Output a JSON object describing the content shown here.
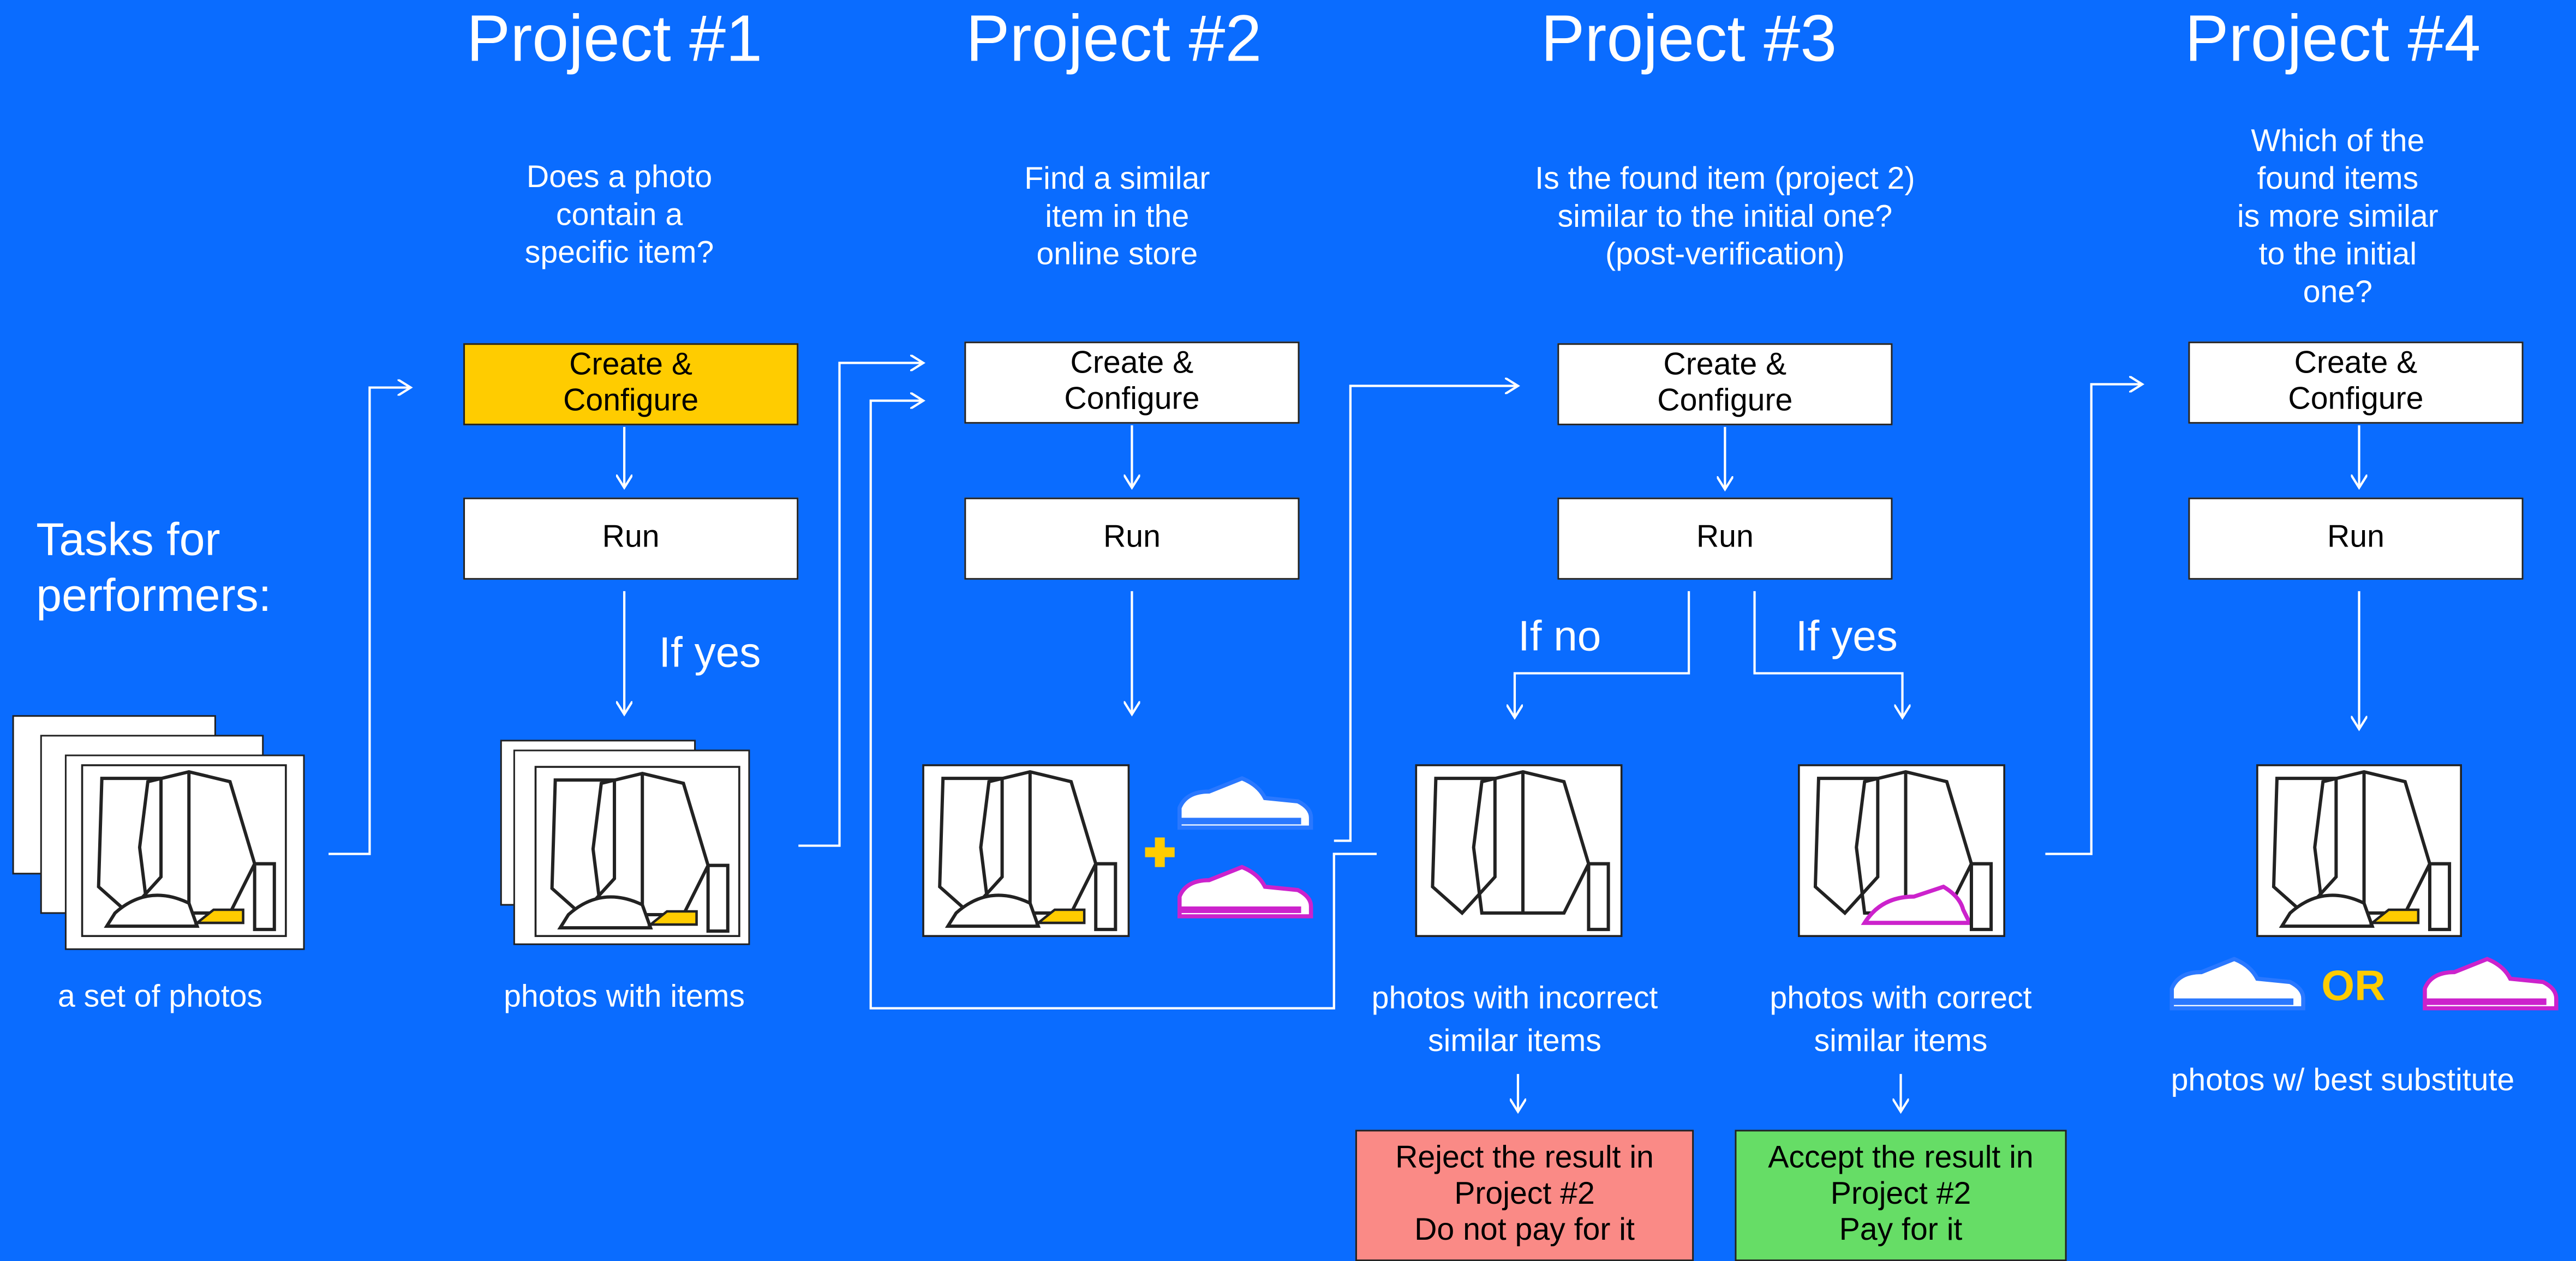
{
  "projects": [
    {
      "title": "Project #1",
      "question": "Does a photo\ncontain a\nspecific item?",
      "create_label": "Create &\nConfigure",
      "run_label": "Run",
      "condition": "If yes",
      "output_caption": "photos with items"
    },
    {
      "title": "Project #2",
      "question": "Find a similar\nitem in the\nonline store",
      "create_label": "Create &\nConfigure",
      "run_label": "Run"
    },
    {
      "title": "Project #3",
      "question": "Is the found item (project 2)\nsimilar to the initial one?\n(post-verification)",
      "create_label": "Create &\nConfigure",
      "run_label": "Run",
      "condition_no": "If no",
      "condition_yes": "If yes",
      "caption_incorrect": "photos with incorrect\nsimilar items",
      "caption_correct": "photos with correct\nsimilar items",
      "reject_text": "Reject the result in\nProject #2\nDo not pay for it",
      "accept_text": "Accept the result in\nProject #2\nPay for it"
    },
    {
      "title": "Project #4",
      "question": "Which of the\nfound items\nis more similar\nto the initial\none?",
      "create_label": "Create &\nConfigure",
      "run_label": "Run",
      "or_text": "OR",
      "output_caption": "photos w/ best substitute"
    }
  ],
  "intro": {
    "heading": "Tasks for\nperformers:",
    "caption": "a set of photos"
  },
  "colors": {
    "background": "#0a6cff",
    "highlight": "#ffcc00",
    "reject": "#fa8a86",
    "accept": "#66dd66",
    "shoe_blue": "#2a78ff",
    "shoe_magenta": "#cc22cc",
    "plus": "#ffcc00"
  },
  "icons": [
    "clothing-photo-icon",
    "blue-shoe-icon",
    "magenta-shoe-icon",
    "plus-icon"
  ]
}
